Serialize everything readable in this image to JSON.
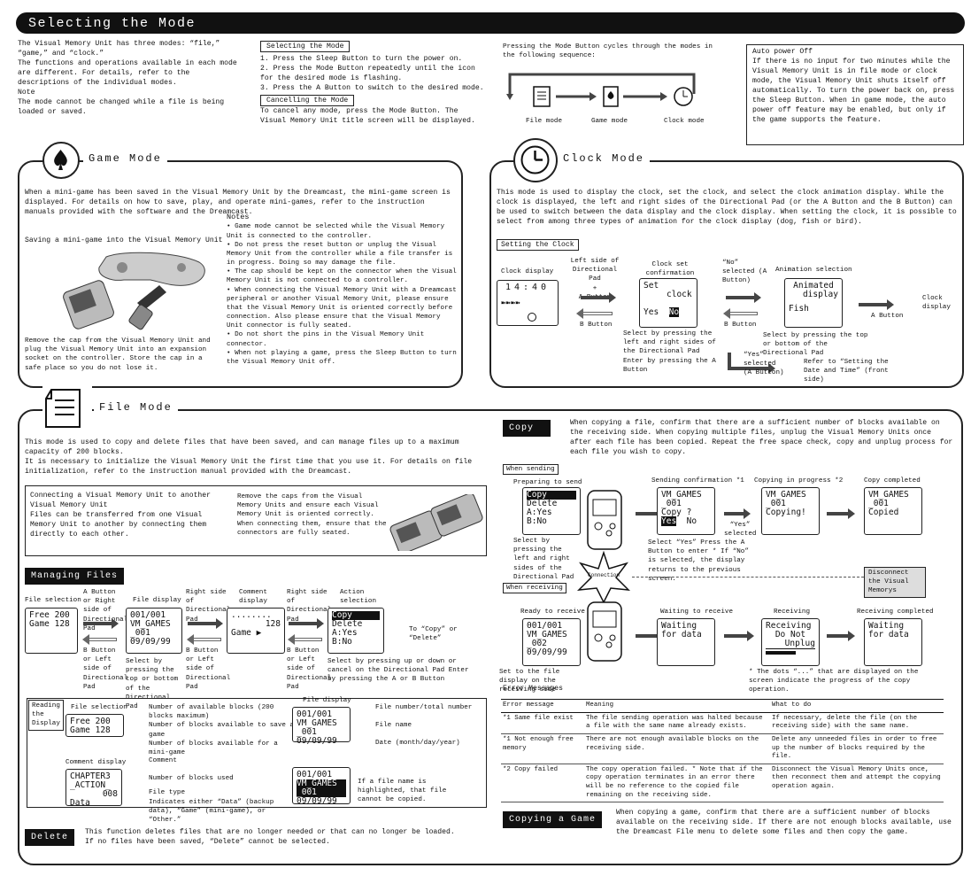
{
  "header": {
    "title": "Selecting the Mode"
  },
  "intro": {
    "p1": "The Visual Memory Unit has three modes: “file,” “game,” and “clock.”",
    "p2": "The functions and operations available in each mode are different. For details, refer to the descriptions of the individual modes.",
    "note_title": "Note",
    "note": "The mode cannot be changed while a file is being loaded or saved."
  },
  "selecting": {
    "title": "Selecting the Mode",
    "steps": [
      "1.  Press the Sleep Button to turn the power on.",
      "2.  Press the Mode Button repeatedly until the icon",
      "     for the desired mode is flashing.",
      "3.  Press the A Button to switch to the desired mode."
    ],
    "cancel_title": "Cancelling the Mode",
    "cancel_text": "To cancel any mode, press the Mode Button. The Visual Memory Unit title screen will be displayed."
  },
  "cycle": {
    "text": "Pressing the Mode Button cycles through the modes in the following sequence:",
    "labels": [
      "File mode",
      "Game mode",
      "Clock mode"
    ]
  },
  "auto_power": {
    "title": "Auto power Off",
    "text": "If there is no input for two minutes while the Visual Memory Unit is in file mode or clock mode, the Visual Memory Unit shuts itself off automatically. To turn the power back on, press the Sleep Button. When in game mode, the auto power off feature may be enabled, but only if the game supports the feature."
  },
  "game_mode": {
    "title": "Game  Mode",
    "desc": "When a mini-game has been saved in the Visual Memory Unit by the Dreamcast, the mini-game screen is displayed.  For details on how to save, play, and operate mini-games, refer to the instruction manuals provided with the software and the Dreamcast.",
    "saving_label": "Saving a mini-game into the Visual Memory Unit",
    "caption": "Remove the cap from the Visual Memory Unit and plug the Visual Memory Unit into an expansion socket on the controller. Store the cap in a safe place so you do not lose it.",
    "notes_title": "Notes",
    "notes": [
      "Game mode cannot be selected while the Visual Memory Unit is connected to the controller.",
      "Do not press the reset button or unplug the Visual Memory Unit from the controller while a file transfer is in progress. Doing so may damage the file.",
      "The cap should be kept on the connector when the Visual Memory Unit is not connected to a controller.",
      "When connecting the Visual Memory Unit with a Dreamcast peripheral or another Visual Memory Unit, please ensure that the Visual Memory Unit is oriented correctly before connection. Also please ensure that the Visual Memory Unit connector is fully seated.",
      "Do not short the pins in the Visual Memory Unit connector.",
      "When not playing a game, press the Sleep Button to turn the Visual Memory Unit off."
    ]
  },
  "clock_mode": {
    "title": "Clock  Mode",
    "desc": "This mode is used to display the clock, set the clock, and select the clock animation display. While the clock is displayed, the left and right sides of the Directional Pad (or the A Button and the B Button) can be used to switch between the data display and the clock display. When setting the clock, it is possible to select from among three types of animation for the clock display (dog, fish or bird).",
    "setting_title": "Setting the Clock",
    "clock_display_label": "Clock display",
    "time": "14:40",
    "left_side": "Left side of Directional Pad",
    "plus": "+",
    "a_button": "A Button",
    "b_button": "B Button",
    "clock_set_label": "Clock set confirmation",
    "set_clock_l1": "Set",
    "set_clock_l2": "clock",
    "yes": "Yes",
    "no": "No",
    "clock_set_note": "Select by pressing the left and right sides of the Directional Pad Enter by pressing the A Button",
    "no_selected": "“No” selected (A Button)",
    "anim_label": "Animation selection",
    "anim_l1": "Animated",
    "anim_l2": "display",
    "fish": "Fish",
    "anim_note": "Select by pressing the top or bottom of the Directional Pad",
    "clock_display_end": "Clock display",
    "yes_selected": "“Yes” selected (A Button)",
    "refer": "Refer to “Setting the Date and Time” (front side)"
  },
  "file_mode": {
    "title": "File Mode",
    "desc1": "This mode is used to copy and delete files that have been saved, and can manage files up to a maximum capacity of 200 blocks.",
    "desc2": "It is necessary to initialize the Visual Memory Unit the first time that you use it. For details on file initialization, refer to the instruction manual provided with the Dreamcast.",
    "connect_title": "Connecting a Visual Memory Unit to another Visual Memory Unit",
    "connect_text": "Files can be transferred from one Visual Memory Unit to another by connecting them directly to each other.",
    "connect_note": "Remove the caps from the Visual Memory Units and ensure each Visual Memory Unit is oriented correctly. When connecting them, ensure that the connectors are fully seated."
  },
  "managing": {
    "title": "Managing Files",
    "file_selection": "File selection",
    "free": "Free 200",
    "game": "Game 128",
    "a_or_right": "A Button or Right side of Directional Pad",
    "b_or_left": "B Button or Left side of Directional Pad",
    "file_display": "File display",
    "fd_l1": "001/001",
    "fd_l2": "VM_GAMES",
    "fd_l3": "_001",
    "fd_l4": "09/09/99",
    "fd_note": "Select by pressing the top or bottom of the Directional Pad",
    "right_side": "Right side of Directional Pad",
    "comment_display": "Comment display",
    "cm_dots": "........",
    "cm_128": "128",
    "cm_game": "Game",
    "action_selection": "Action selection",
    "copy": "Copy",
    "delete": "Delete",
    "ayes": "A:Yes",
    "bno": "B:No",
    "to_copy": "To “Copy” or “Delete”",
    "action_note": "Select by pressing up or down or cancel on the Directional Pad Enter by pressing the A or B Button"
  },
  "reading": {
    "title": "Reading the Display",
    "file_selection": "File selection",
    "free": "Free 200",
    "game": "Game 128",
    "r1": "Number of available blocks (200 blocks maximum)",
    "r2": "Number of blocks available to save a game",
    "r3": "Number of blocks available for a mini-game",
    "comment_display": "Comment display",
    "c1": "CHAPTER3",
    "c2": "_ACTION_",
    "c3": "008",
    "c4": "Data",
    "comment": "Comment",
    "blocks_used": "Number of blocks used",
    "file_type": "File type",
    "file_type_desc": "Indicates either “Data” (backup data), “Game” (mini-game), or “Other.”",
    "file_display": "File display",
    "file_number": "File number/total number",
    "file_name": "File name",
    "date": "Date (month/day/year)",
    "highlight": "If a file name is highlighted, that file cannot be copied."
  },
  "delete": {
    "title": "Delete",
    "text": "This function deletes files that are no longer needed or that can no longer be loaded. If no files have been saved, “Delete” cannot be selected."
  },
  "copy": {
    "title": "Copy",
    "text": "When copying a file, confirm that there are a sufficient number of blocks available on the receiving side. When copying multiple files, unplug the Visual Memory Units once after each file has been copied. Repeat the free space check, copy and unplug process for each file you wish to copy.",
    "when_sending": "When sending",
    "preparing": "Preparing to send",
    "send_confirm": "Sending confirmation *1",
    "copy_progress": "Copying in progress *2",
    "copy_completed": "Copy completed",
    "vm_games": "VM_GAMES",
    "u001": "_001",
    "copyq": "Copy ?",
    "copying": "Copying!",
    "copied": "Copied",
    "select_lr": "Select by pressing the left and right sides of the Directional Pad",
    "select_yes": "Select “Yes” Press the A Button to enter * If “No” is selected, the display returns to the previous screen.",
    "yes_selected": "“Yes” selected",
    "connection": "Connection",
    "disconnect": "Disconnect the Visual Memorys",
    "when_receiving": "When receiving",
    "ready": "Ready to receive",
    "rd_l1": "001/001",
    "rd_l4": "_002",
    "set_to_file": "Set to the file display on the receiving side",
    "waiting": "Waiting to receive",
    "waiting_l1": "Waiting",
    "waiting_l2": "for data",
    "receiving": "Receiving",
    "rec_l1": "Receiving",
    "rec_l2": "Do Not",
    "rec_l3": "Unplug",
    "dots_note": "* The dots “...” that are displayed on the screen indicate the progress of the copy operation.",
    "receiving_completed": "Receiving completed"
  },
  "errors": {
    "title": "Error Messages",
    "headers": [
      "Error message",
      "Meaning",
      "What to do"
    ],
    "rows": [
      [
        "*1 Same file exist",
        "The file sending operation was halted because a file with the same name already exists.",
        "If necessary, delete the file (on the receiving side) with the same name."
      ],
      [
        "*1 Not enough free memory",
        "There are not enough available blocks on the receiving side.",
        "Delete any unneeded files in order to free up the number of blocks required by the file."
      ],
      [
        "*2 Copy failed",
        "The copy operation failed. * Note that if the copy operation terminates in an error there will be no reference to the copied file remaining on the receiving side.",
        "Disconnect the Visual Memory Units once, then reconnect them and attempt the copying operation again."
      ]
    ]
  },
  "copying_game": {
    "title": "Copying a Game",
    "text": "When copying a game, confirm that there are a sufficient number of blocks available on the receiving side. If there are not enough blocks available, use the Dreamcast File menu to delete some files and then copy the game."
  }
}
